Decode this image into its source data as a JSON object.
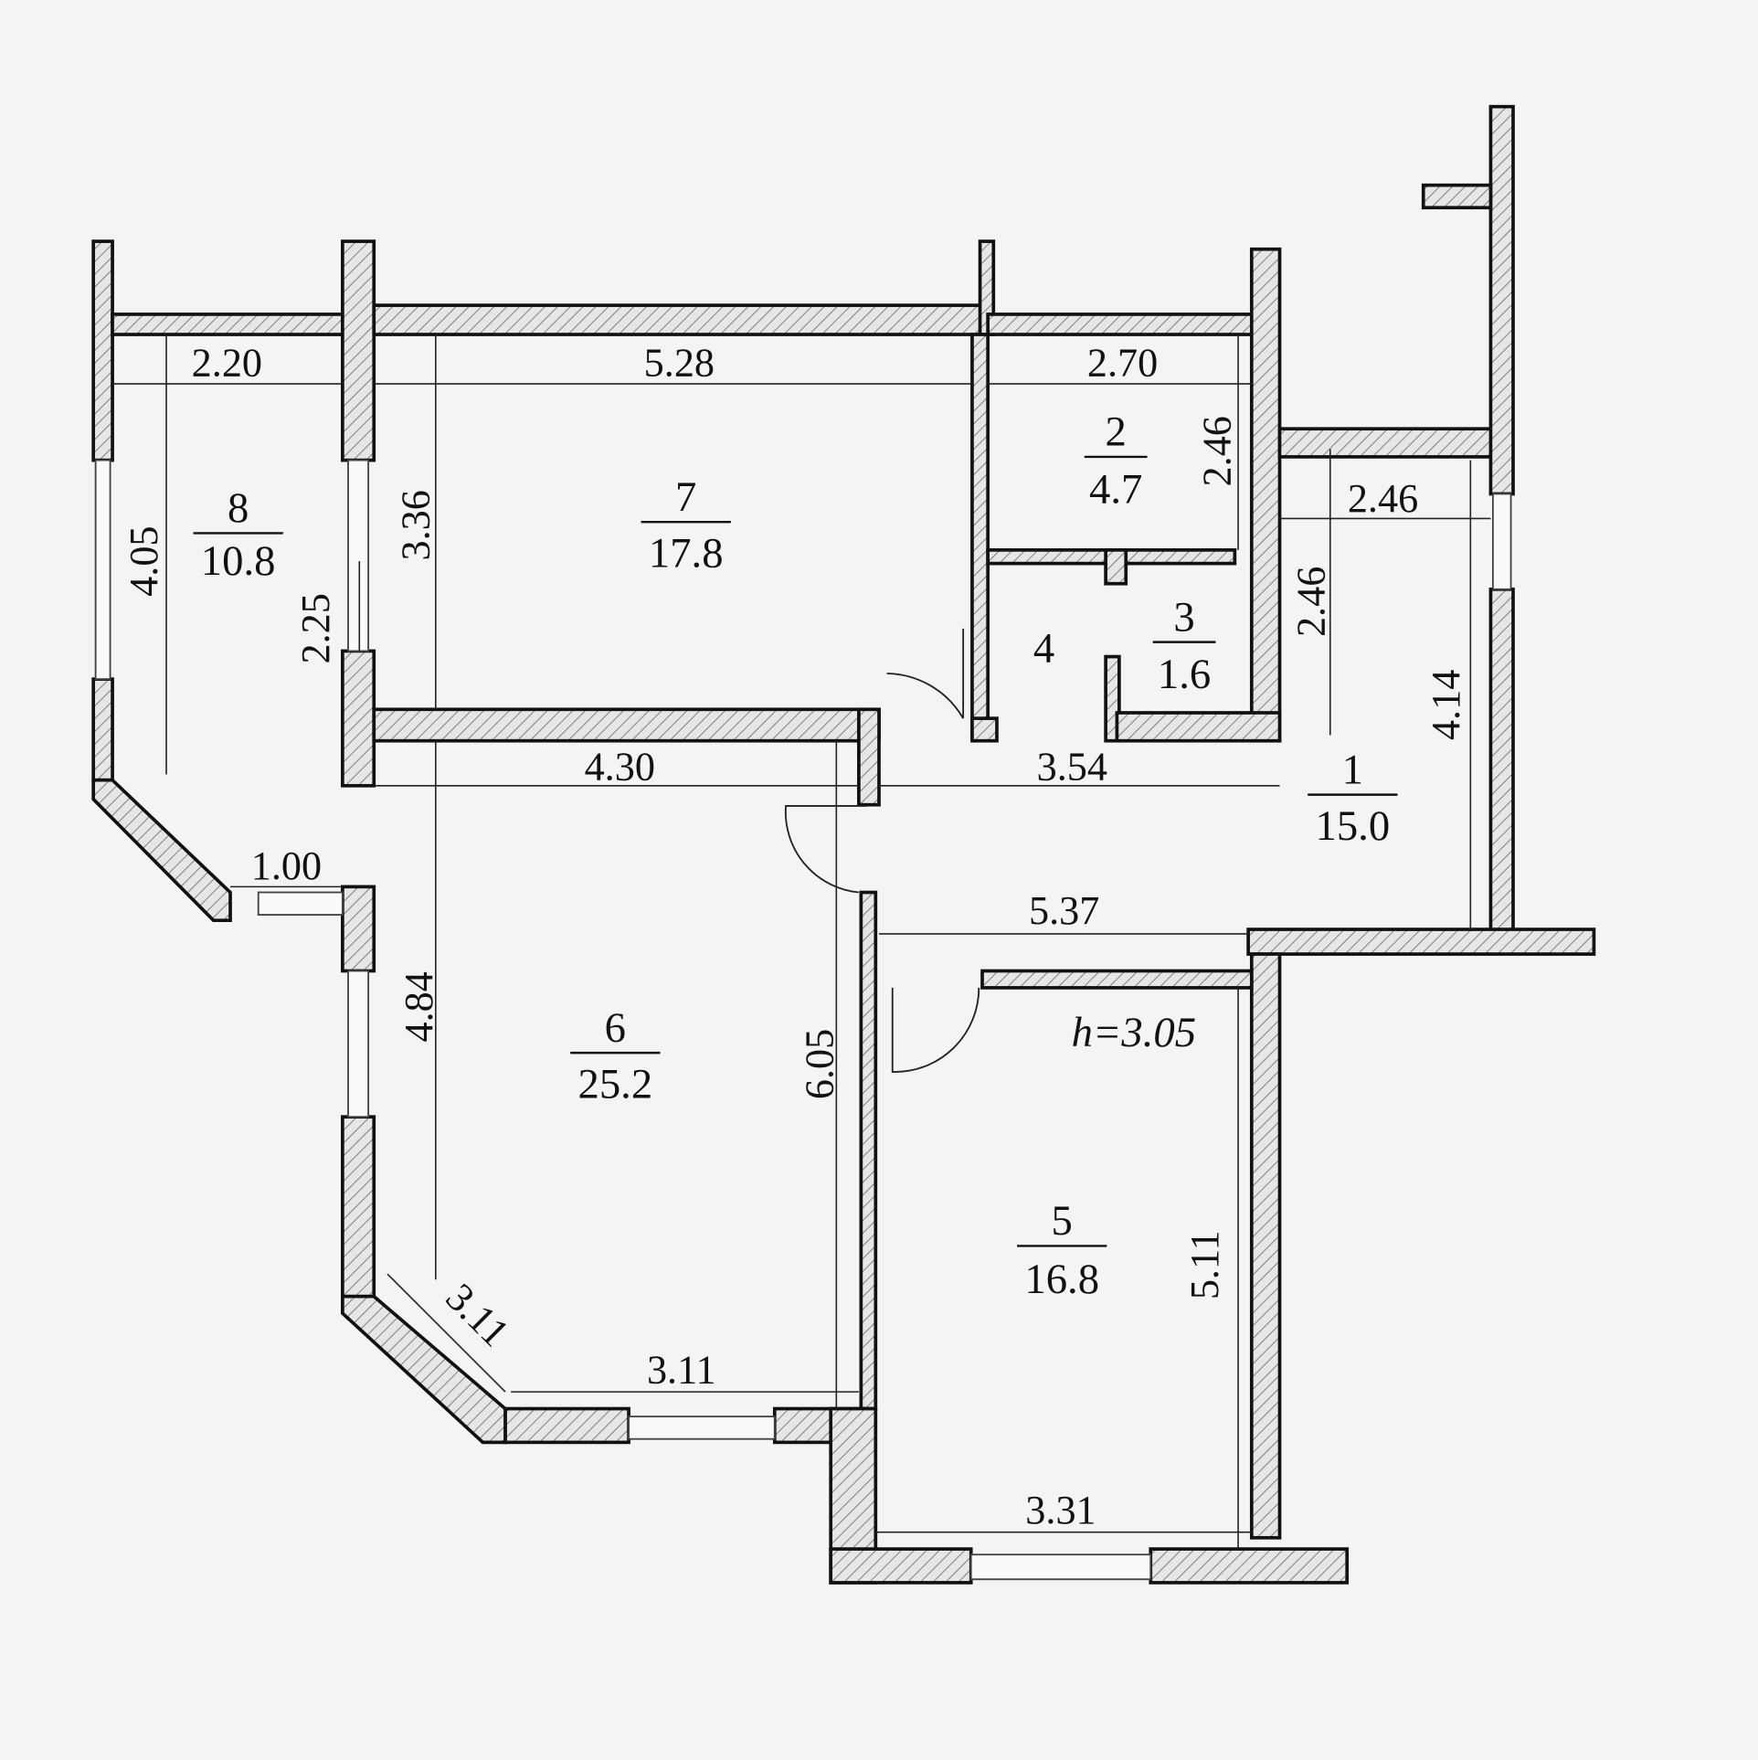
{
  "rooms": [
    {
      "number": "1",
      "area": "15.0"
    },
    {
      "number": "2",
      "area": "4.7"
    },
    {
      "number": "3",
      "area": "1.6"
    },
    {
      "number": "4"
    },
    {
      "number": "5",
      "area": "16.8"
    },
    {
      "number": "6",
      "area": "25.2"
    },
    {
      "number": "7",
      "area": "17.8"
    },
    {
      "number": "8",
      "area": "10.8"
    }
  ],
  "dimensions": {
    "d8_width": "2.20",
    "d7_width": "5.28",
    "d2_width": "2.70",
    "d2_height": "2.46",
    "d1_width": "2.46",
    "d1_upper": "2.46",
    "d8_height": "4.05",
    "d7_height": "3.36",
    "d8_side": "2.25",
    "d6_top": "4.30",
    "d1_len": "3.54",
    "d8_bottom": "1.00",
    "d6_left": "4.84",
    "d6_right": "6.05",
    "d5_top": "5.37",
    "d6_diag": "3.11",
    "d6_bottom": "3.11",
    "d5_height": "5.11",
    "d5_bottom": "3.31",
    "d1_right": "4.14"
  },
  "ceiling_height": "h=3.05"
}
